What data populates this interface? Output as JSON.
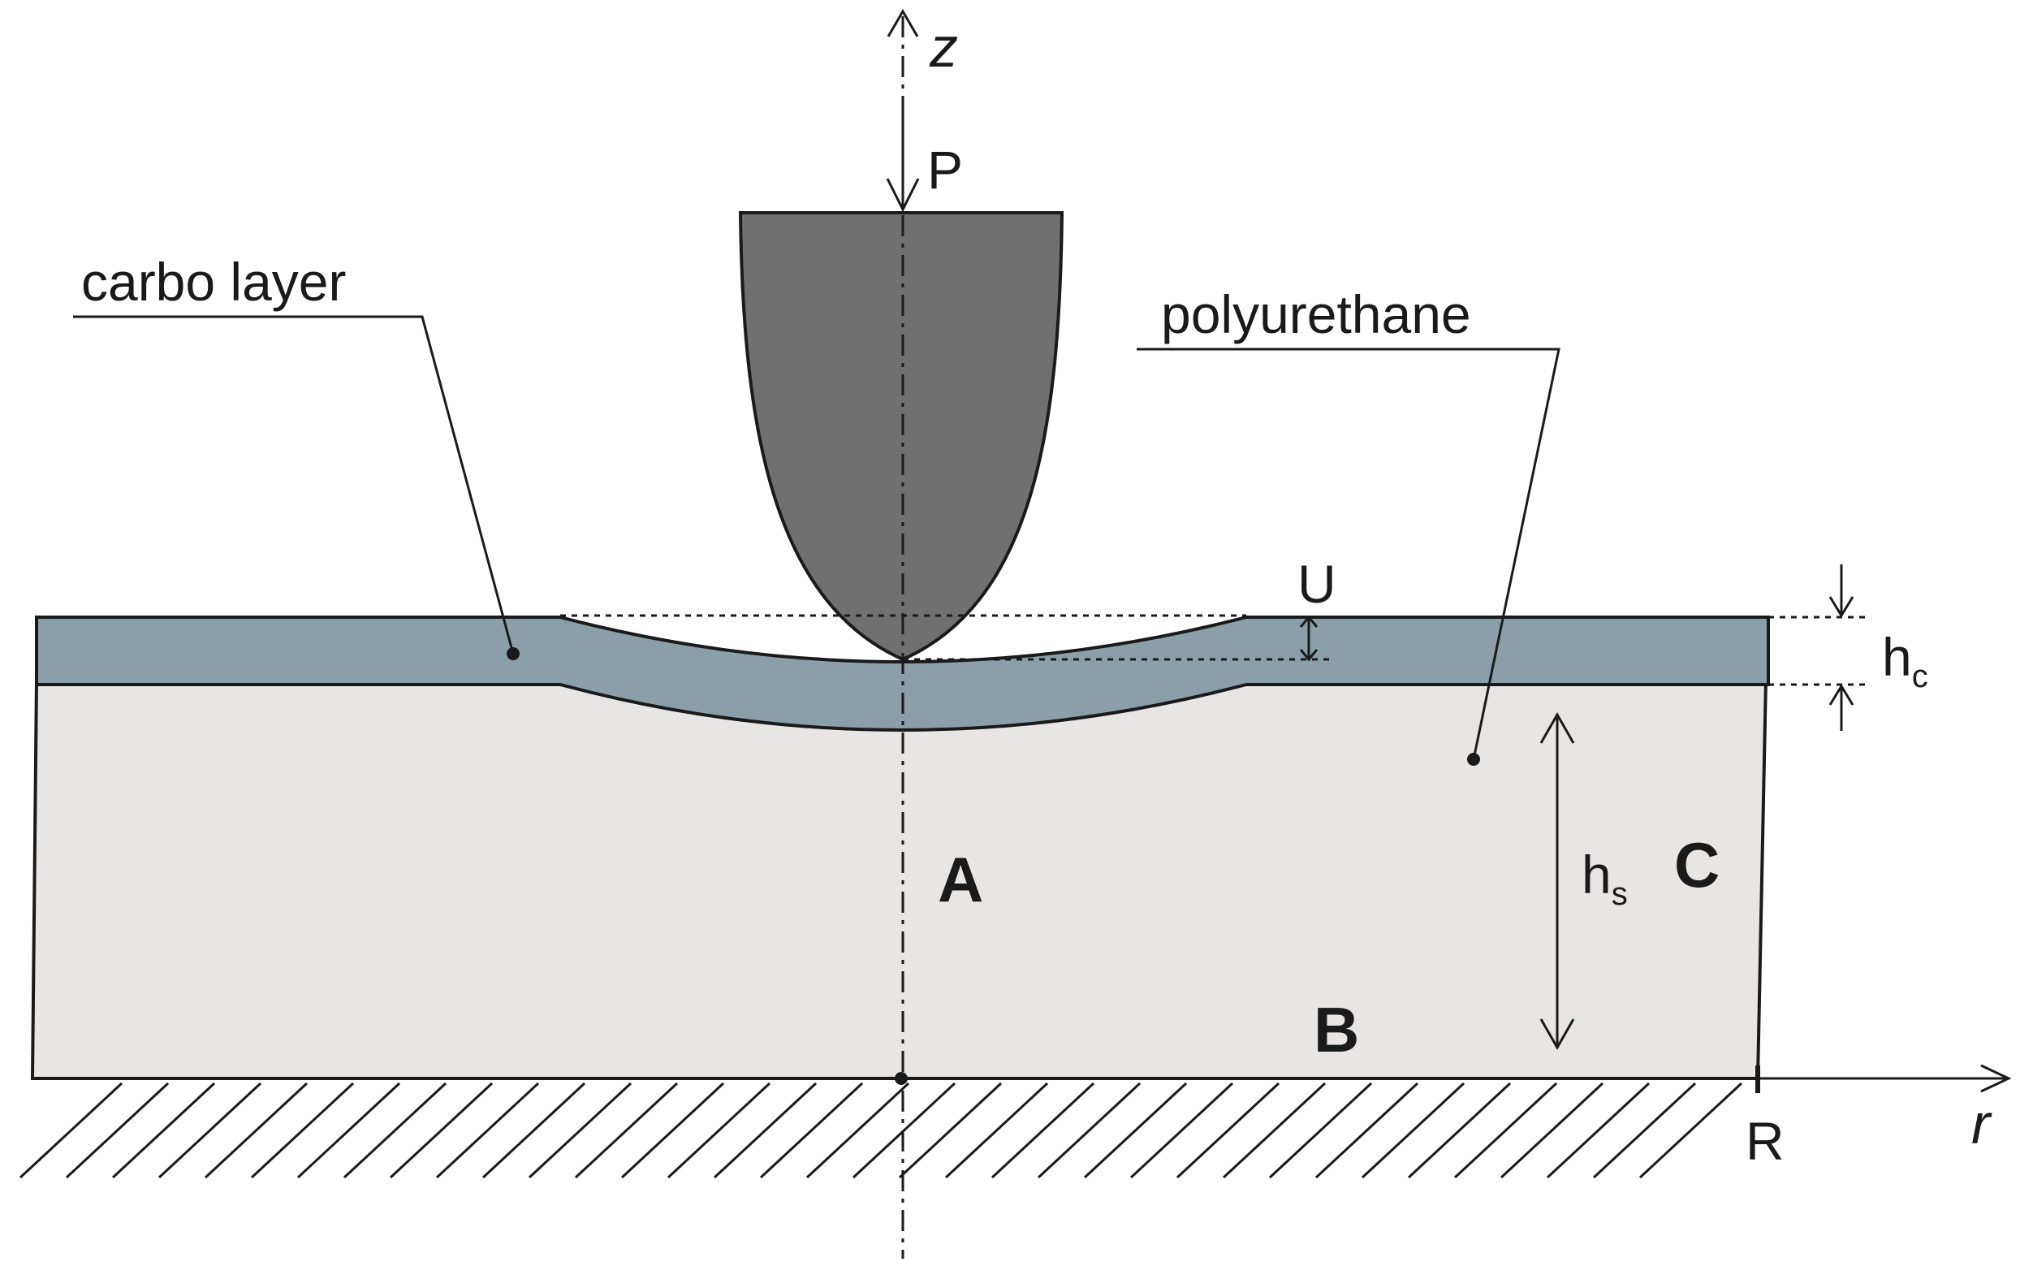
{
  "labels": {
    "z_axis": "z",
    "r_axis": "r",
    "load": "P",
    "displacement": "U",
    "coating_thickness": "h",
    "coating_thickness_sub": "c",
    "substrate_thickness": "h",
    "substrate_thickness_sub": "s",
    "radius": "R",
    "carbo_layer": "carbo layer",
    "polyurethane": "polyurethane",
    "point_a": "A",
    "point_b": "B",
    "point_c": "C"
  },
  "colors": {
    "indenter": "#707070",
    "coating": "#8a9fa8",
    "substrate": "#e8e6e5",
    "line": "#1a1a1a"
  }
}
